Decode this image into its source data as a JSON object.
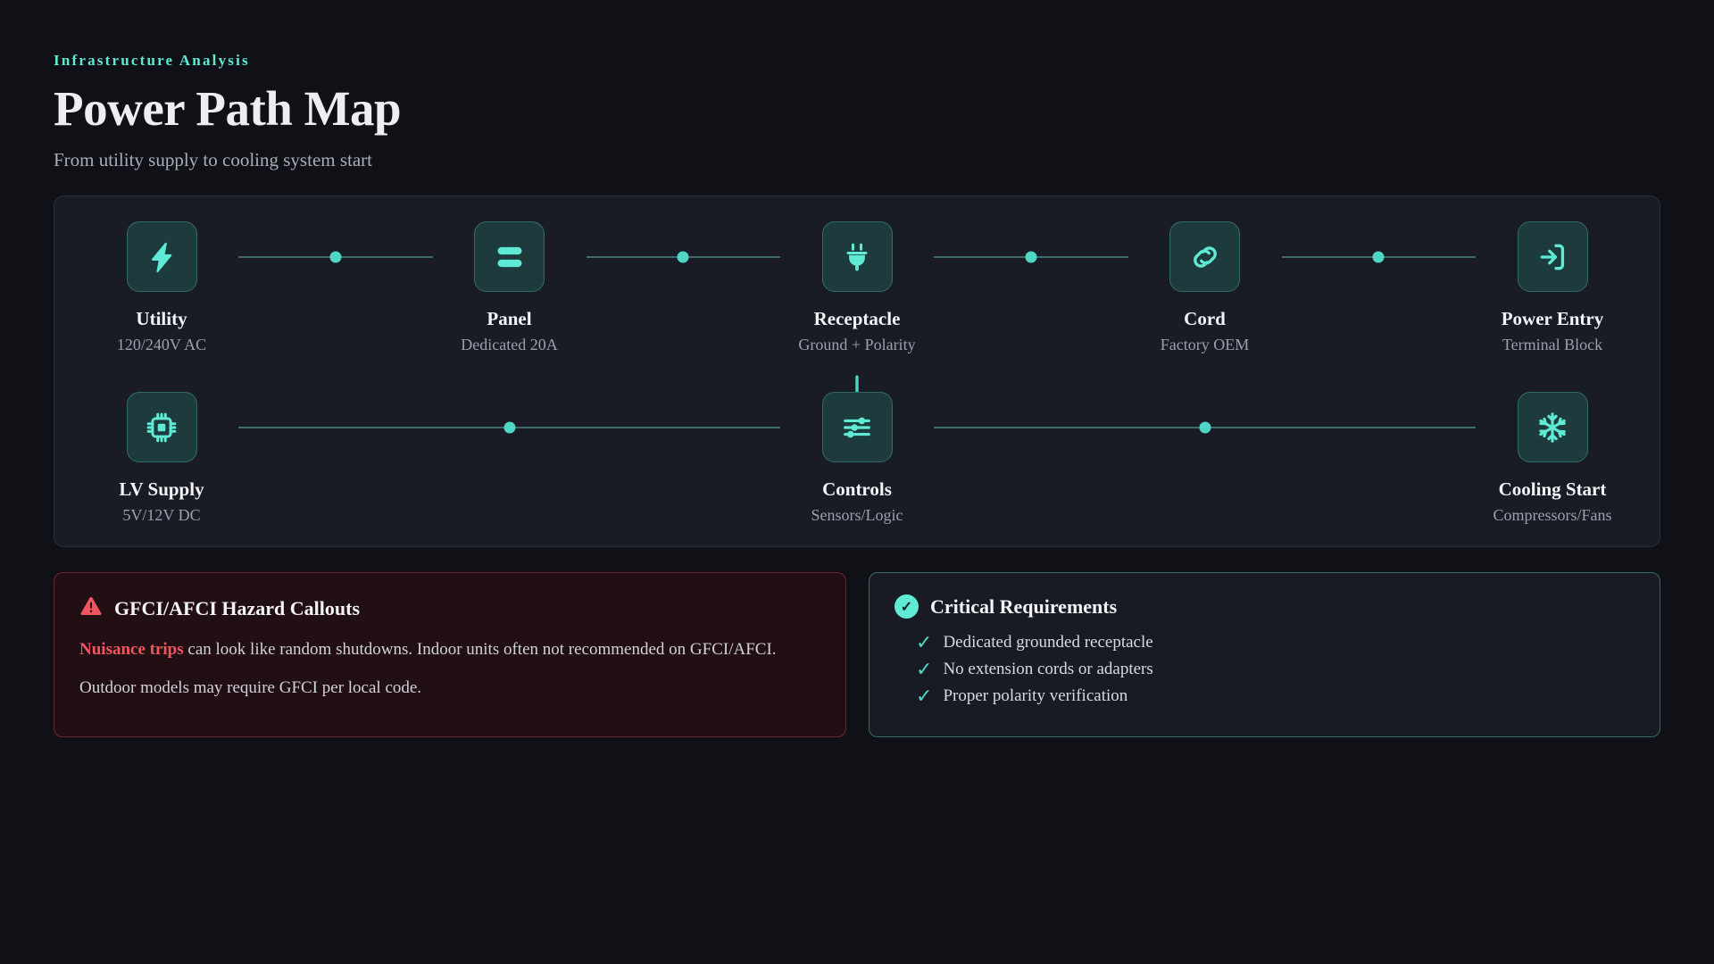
{
  "header": {
    "eyebrow": "Infrastructure Analysis",
    "title": "Power Path Map",
    "subtitle": "From utility supply to cooling system start"
  },
  "flow": {
    "row1": [
      {
        "icon": "lightning-bolt-icon",
        "label": "Utility",
        "sub": "120/240V AC"
      },
      {
        "icon": "server-rack-icon",
        "label": "Panel",
        "sub": "Dedicated 20A"
      },
      {
        "icon": "plug-icon",
        "label": "Receptacle",
        "sub": "Ground + Polarity"
      },
      {
        "icon": "link-chain-icon",
        "label": "Cord",
        "sub": "Factory OEM"
      },
      {
        "icon": "log-in-arrow-icon",
        "label": "Power Entry",
        "sub": "Terminal Block"
      }
    ],
    "row2": [
      {
        "icon": "cpu-chip-icon",
        "label": "LV Supply",
        "sub": "5V/12V DC"
      },
      {
        "icon": "sliders-icon",
        "label": "Controls",
        "sub": "Sensors/Logic"
      },
      {
        "icon": "snowflake-icon",
        "label": "Cooling Start",
        "sub": "Compressors/Fans"
      }
    ],
    "transition_icon": "arrow-down-icon"
  },
  "hazard_card": {
    "icon": "warning-triangle-icon",
    "title": "GFCI/AFCI Hazard Callouts",
    "highlight": "Nuisance trips",
    "line1_rest": " can look like random shutdowns. Indoor units often not recommended on GFCI/AFCI.",
    "line2": "Outdoor models may require GFCI per local code."
  },
  "requirements_card": {
    "icon": "check-circle-icon",
    "title": "Critical Requirements",
    "items": [
      "Dedicated grounded receptacle",
      "No extension cords or adapters",
      "Proper polarity verification"
    ]
  },
  "colors": {
    "accent": "#5eead4",
    "accent_dot": "#4fd6c4",
    "page_bg": "#0f1116",
    "panel_bg": "#191c24",
    "tile_bg": "#1d3b3c",
    "hazard_bg": "#220f13",
    "hazard_border": "#6d2630",
    "hazard_text": "#f2555f"
  }
}
